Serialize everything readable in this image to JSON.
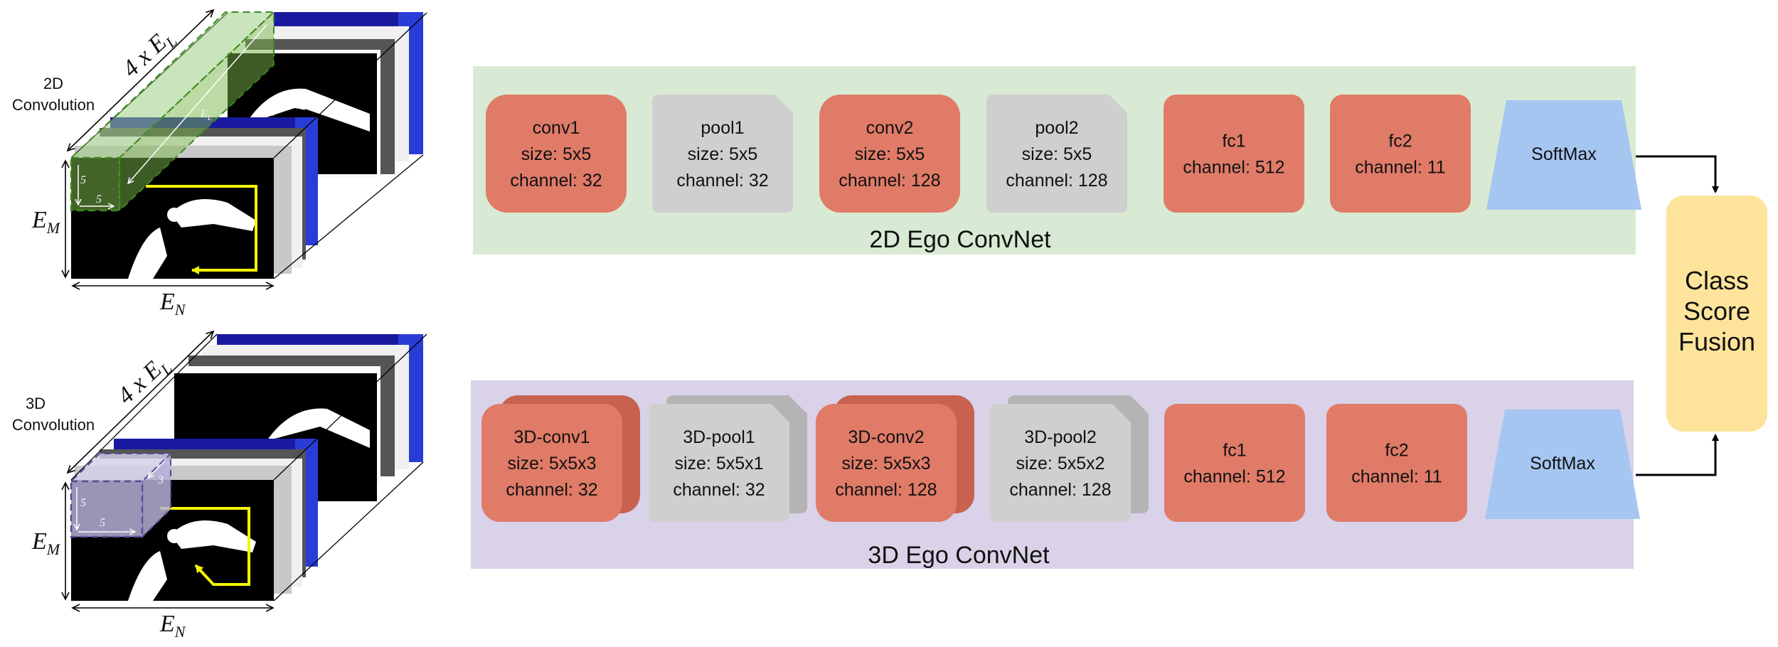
{
  "illustrations": {
    "top": {
      "label_line1": "2D",
      "label_line2": "Convolution",
      "depth_label": "4 x E",
      "depth_sub": "L",
      "height_label": "E",
      "height_sub": "M",
      "width_label": "E",
      "width_sub": "N",
      "kernel_w": "5",
      "kernel_h": "5",
      "kernel_d": "E",
      "kernel_d_sub": "L"
    },
    "bottom": {
      "label_line1": "3D",
      "label_line2": "Convolution",
      "depth_label": "4 x E",
      "depth_sub": "L",
      "height_label": "E",
      "height_sub": "M",
      "width_label": "E",
      "width_sub": "N",
      "kernel_w": "5",
      "kernel_h": "5",
      "kernel_d": "3"
    }
  },
  "net2d": {
    "title": "2D Ego ConvNet",
    "blocks": [
      {
        "kind": "conv",
        "lines": [
          "conv1",
          "size: 5x5",
          "channel: 32"
        ]
      },
      {
        "kind": "pool",
        "lines": [
          "pool1",
          "size: 5x5",
          "channel: 32"
        ]
      },
      {
        "kind": "conv",
        "lines": [
          "conv2",
          "size: 5x5",
          "channel: 128"
        ]
      },
      {
        "kind": "pool",
        "lines": [
          "pool2",
          "size: 5x5",
          "channel: 128"
        ]
      },
      {
        "kind": "fc",
        "lines": [
          "fc1",
          "channel: 512"
        ]
      },
      {
        "kind": "fc",
        "lines": [
          "fc2",
          "channel: 11"
        ]
      },
      {
        "kind": "softmax",
        "lines": [
          "SoftMax"
        ]
      }
    ]
  },
  "net3d": {
    "title": "3D Ego ConvNet",
    "blocks": [
      {
        "kind": "conv3d",
        "lines": [
          "3D-conv1",
          "size: 5x5x3",
          "channel: 32"
        ]
      },
      {
        "kind": "pool3d",
        "lines": [
          "3D-pool1",
          "size: 5x5x1",
          "channel: 32"
        ]
      },
      {
        "kind": "conv3d",
        "lines": [
          "3D-conv2",
          "size: 5x5x3",
          "channel: 128"
        ]
      },
      {
        "kind": "pool3d",
        "lines": [
          "3D-pool2",
          "size: 5x5x2",
          "channel: 128"
        ]
      },
      {
        "kind": "fc",
        "lines": [
          "fc1",
          "channel: 512"
        ]
      },
      {
        "kind": "fc",
        "lines": [
          "fc2",
          "channel: 11"
        ]
      },
      {
        "kind": "softmax",
        "lines": [
          "SoftMax"
        ]
      }
    ]
  },
  "fusion": {
    "lines": [
      "Class",
      "Score",
      "Fusion"
    ]
  },
  "colors": {
    "conv": "#e07b68",
    "conv_shadow": "#c8624f",
    "pool": "#cfcfcf",
    "pool_shadow": "#b4b4b4",
    "softmax": "#a6c6f2",
    "panel2d": "#d8ead3",
    "panel3d": "#d9d2e8",
    "fusion": "#fde49a",
    "frame_blue": "#1515a8",
    "kernel_green": "#7ab648",
    "kernel_purple": "#b7aed6"
  }
}
